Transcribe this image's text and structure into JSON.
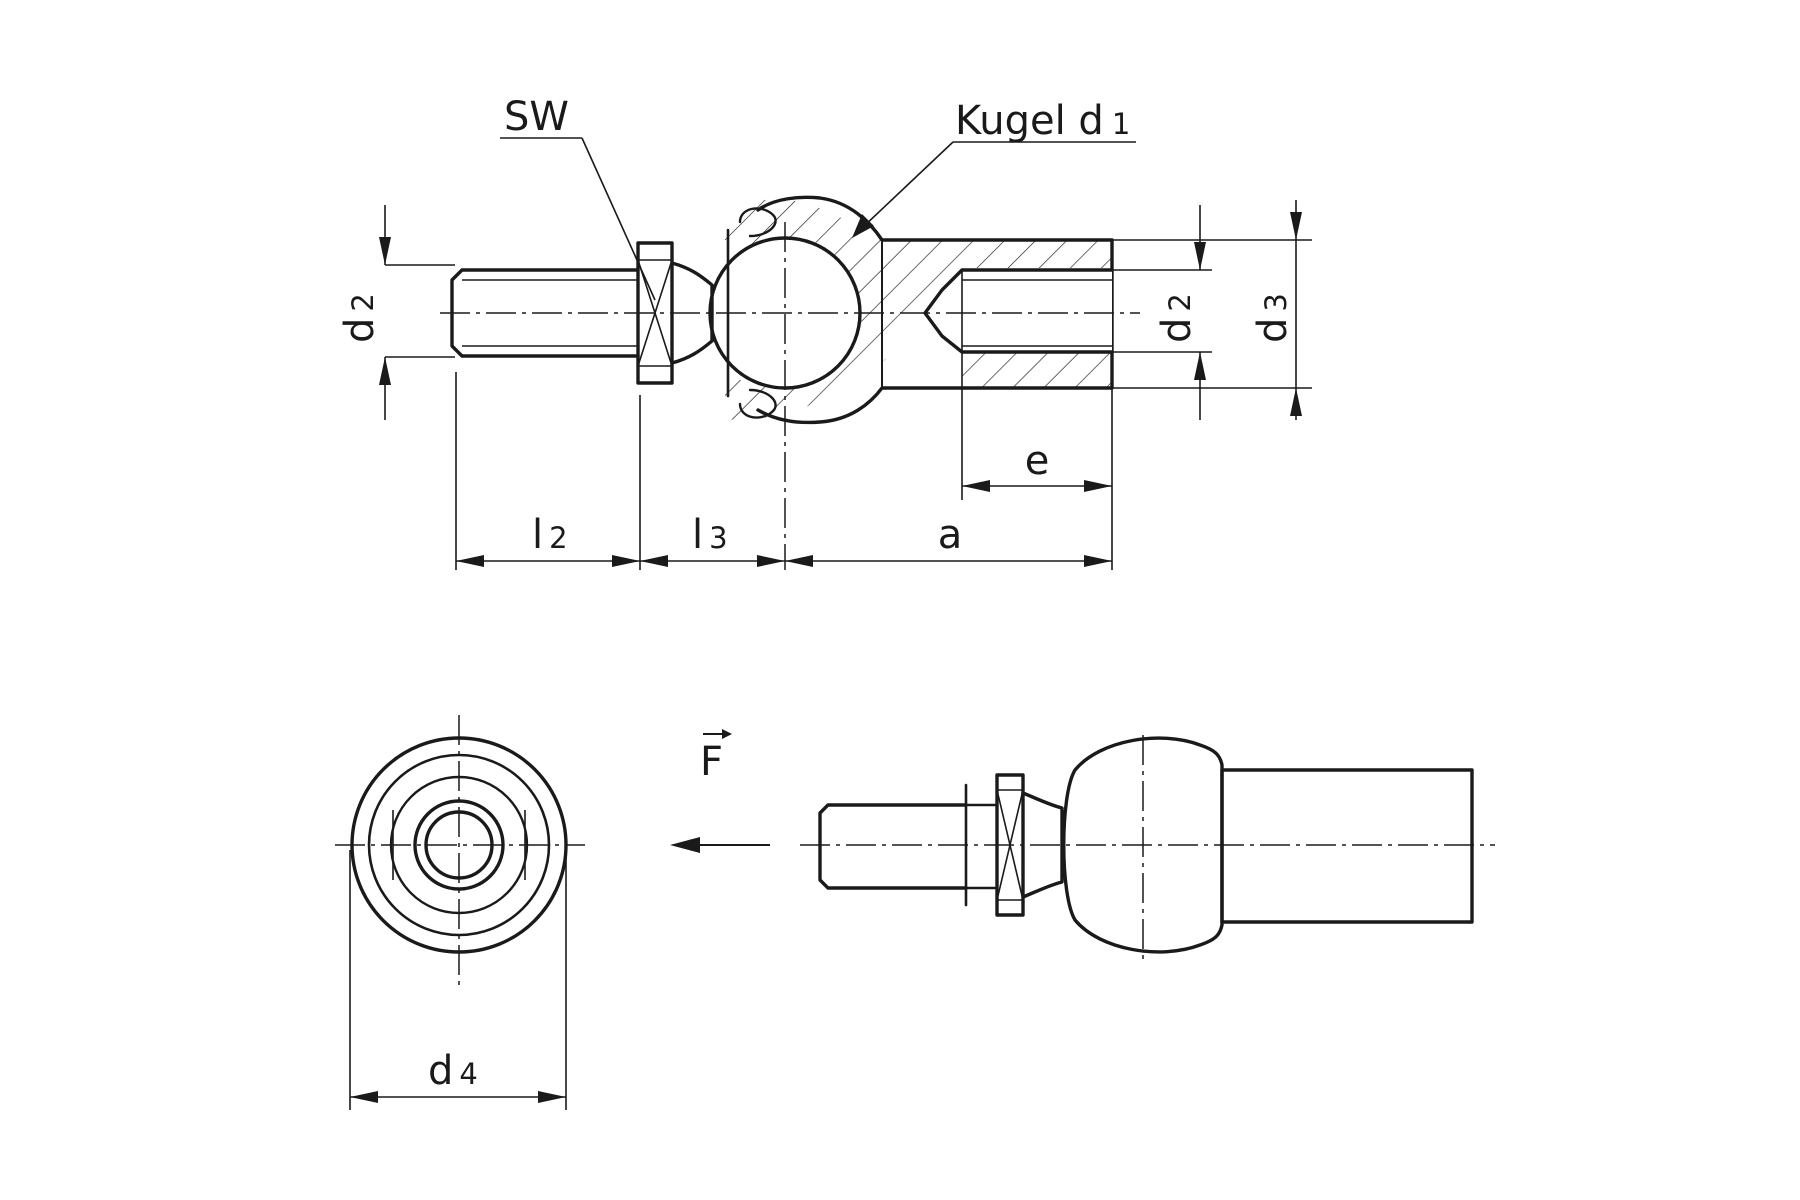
{
  "labels": {
    "sw": "SW",
    "kugel": "Kugel d",
    "kugel_sub": "1",
    "d2_left": "d",
    "d2_left_sub": "2",
    "d2_right": "d",
    "d2_right_sub": "2",
    "d3": "d",
    "d3_sub": "3",
    "e": "e",
    "l2": "l",
    "l2_sub": "2",
    "l3": "l",
    "l3_sub": "3",
    "a": "a",
    "d4": "d",
    "d4_sub": "4",
    "force": "F"
  }
}
